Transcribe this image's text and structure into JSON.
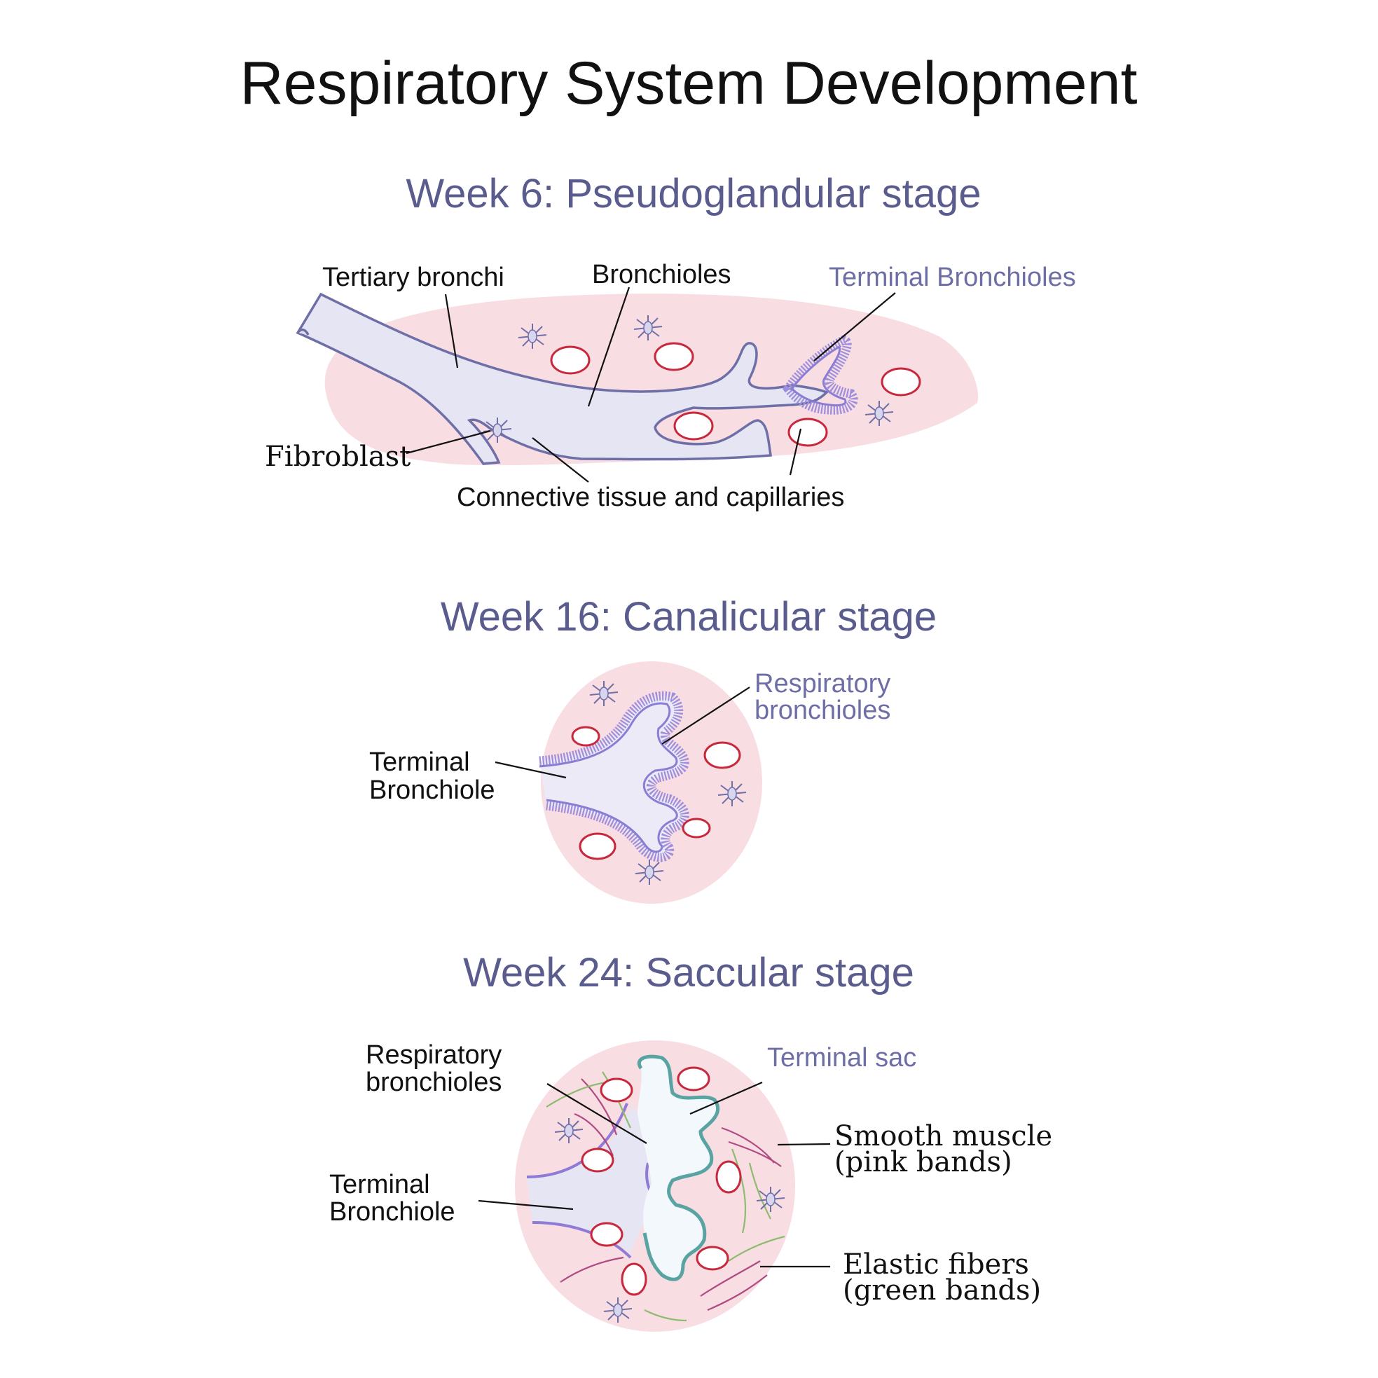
{
  "title": "Respiratory System Development",
  "colors": {
    "heading": "#5b5c8e",
    "tissue": "#f8dde3",
    "airway": "#e6e5f3",
    "capillary": "#c8283c",
    "terminal_sac_wall": "#5aa3a3",
    "smooth_muscle": "#b04a82",
    "elastic_fibers": "#8dbb6f"
  },
  "stages": [
    {
      "heading": "Week 6: Pseudoglandular stage",
      "labels": {
        "tertiary_bronchi": "Tertiary bronchi",
        "bronchioles": "Bronchioles",
        "terminal_bronchioles": "Terminal Bronchioles",
        "fibroblast": "Fibroblast",
        "connective_tissue": "Connective tissue and capillaries"
      }
    },
    {
      "heading": "Week 16: Canalicular stage",
      "labels": {
        "respiratory_bronchioles": [
          "Respiratory",
          "bronchioles"
        ],
        "terminal_bronchiole": [
          "Terminal",
          "Bronchiole"
        ]
      }
    },
    {
      "heading": "Week 24: Saccular stage",
      "labels": {
        "respiratory_bronchioles": [
          "Respiratory",
          "bronchioles"
        ],
        "terminal_sac": "Terminal sac",
        "terminal_bronchiole": [
          "Terminal",
          "Bronchiole"
        ],
        "smooth_muscle": [
          "Smooth muscle",
          "(pink bands)"
        ],
        "elastic_fibers": [
          "Elastic fibers",
          "(green bands)"
        ]
      }
    }
  ]
}
